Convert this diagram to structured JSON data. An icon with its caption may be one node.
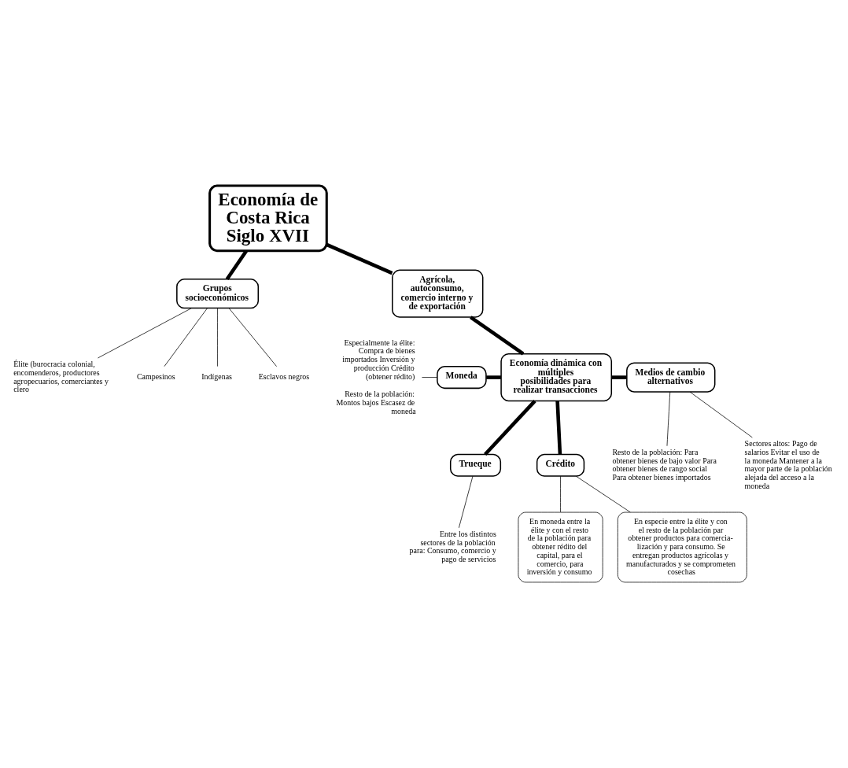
{
  "diagram": {
    "nodes": [
      {
        "text": [
          "Economía de Costa Rica Siglo XVII"
        ]
      },
      {
        "text": [
          "Grupos socioeconómicos"
        ]
      },
      {
        "text": [
          "Élite (burocracia colonial, encomenderos, productores agropecuarios, comerciantes y clero"
        ]
      },
      {
        "text": [
          "Campesinos"
        ]
      },
      {
        "text": [
          "Indígenas"
        ]
      },
      {
        "text": [
          "Esclavos negros"
        ]
      },
      {
        "text": [
          "Agrícola, autoconsumo, comercio interno y de exportación"
        ]
      },
      {
        "text": [
          "Moneda"
        ]
      },
      {
        "text": [
          "Especialmente la élite: Compra de bienes importados Inversión y producción Crédito (obtener rédito)",
          "Resto de la población: Montos bajos Escasez de moneda"
        ]
      },
      {
        "text": [
          "Economía dinámica con múltiples posibilidades para realizar transacciones"
        ]
      },
      {
        "text": [
          "Medios de cambio alternativos"
        ]
      },
      {
        "text": [
          "Resto de la población: Para obtener bienes de bajo valor Para obtener bienes de rango social Para obtener bienes importados"
        ]
      },
      {
        "text": [
          "Sectores altos: Pago de salarios Evitar el uso de la moneda Mantener a la mayor parte de la población alejada del acceso a la moneda"
        ]
      },
      {
        "text": [
          "Trueque"
        ]
      },
      {
        "text": [
          "Entre los distintos sectores de la población para: Consumo, comercio y pago de servicios"
        ]
      },
      {
        "text": [
          "Crédito"
        ]
      },
      {
        "text": [
          "En moneda entre la élite y con el resto de la población para obtener rédito del capital, para el comercio, para inversión y consumo"
        ]
      },
      {
        "text": [
          "En especie entre la élite y con el resto de la población par obtener productos para comercia- lización y para consumo. Se entregan productos agrícolas y manufacturados y se comprometen cosechas"
        ]
      }
    ],
    "edges": [
      {
        "from": 0,
        "to": 6,
        "arrow": "none",
        "style": "thick"
      },
      {
        "from": 0,
        "to": 1,
        "arrow": "none",
        "style": "thick"
      },
      {
        "from": 1,
        "to": 2,
        "arrow": "none"
      },
      {
        "from": 1,
        "to": 3,
        "arrow": "none"
      },
      {
        "from": 1,
        "to": 4,
        "arrow": "none"
      },
      {
        "from": 1,
        "to": 5,
        "arrow": "none"
      },
      {
        "from": 6,
        "to": 9,
        "arrow": "none",
        "style": "thick"
      },
      {
        "from": 9,
        "to": 7,
        "arrow": "none",
        "style": "thick"
      },
      {
        "from": 7,
        "to": 8,
        "arrow": "none"
      },
      {
        "from": 9,
        "to": 10,
        "arrow": "none",
        "style": "thick"
      },
      {
        "from": 10,
        "to": 11,
        "arrow": "none"
      },
      {
        "from": 10,
        "to": 12,
        "arrow": "none"
      },
      {
        "from": 9,
        "to": 13,
        "arrow": "none",
        "style": "thick"
      },
      {
        "from": 13,
        "to": 14,
        "arrow": "none"
      },
      {
        "from": 9,
        "to": 15,
        "arrow": "none",
        "style": "thick"
      },
      {
        "from": 15,
        "to": 16,
        "arrow": "none"
      },
      {
        "from": 15,
        "to": 17,
        "arrow": "none"
      }
    ]
  }
}
